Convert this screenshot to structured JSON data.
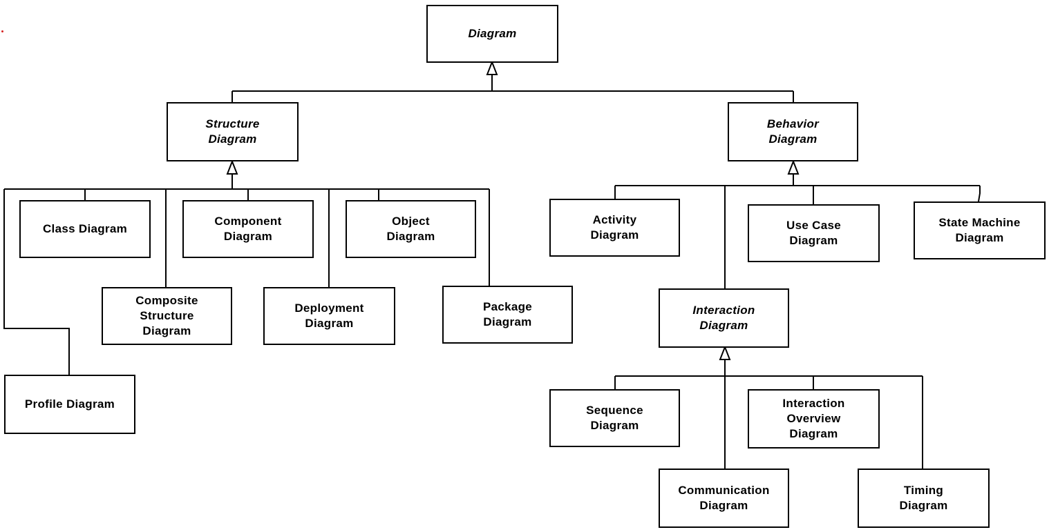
{
  "colors": {
    "line": "#000000",
    "box_border": "#000000",
    "background": "#ffffff",
    "marker": "#d62020"
  },
  "nodes": {
    "diagram": "Diagram",
    "structure": "Structure\nDiagram",
    "behavior": "Behavior\nDiagram",
    "class": "Class Diagram",
    "component": "Component\nDiagram",
    "object": "Object\nDiagram",
    "composite": "Composite\nStructure\nDiagram",
    "deployment": "Deployment\nDiagram",
    "package": "Package\nDiagram",
    "profile": "Profile Diagram",
    "activity": "Activity\nDiagram",
    "usecase": "Use Case\nDiagram",
    "statemachine": "State Machine\nDiagram",
    "interaction": "Interaction\nDiagram",
    "sequence": "Sequence\nDiagram",
    "interaction_overview": "Interaction\nOverview\nDiagram",
    "communication": "Communication\nDiagram",
    "timing": "Timing\nDiagram"
  }
}
